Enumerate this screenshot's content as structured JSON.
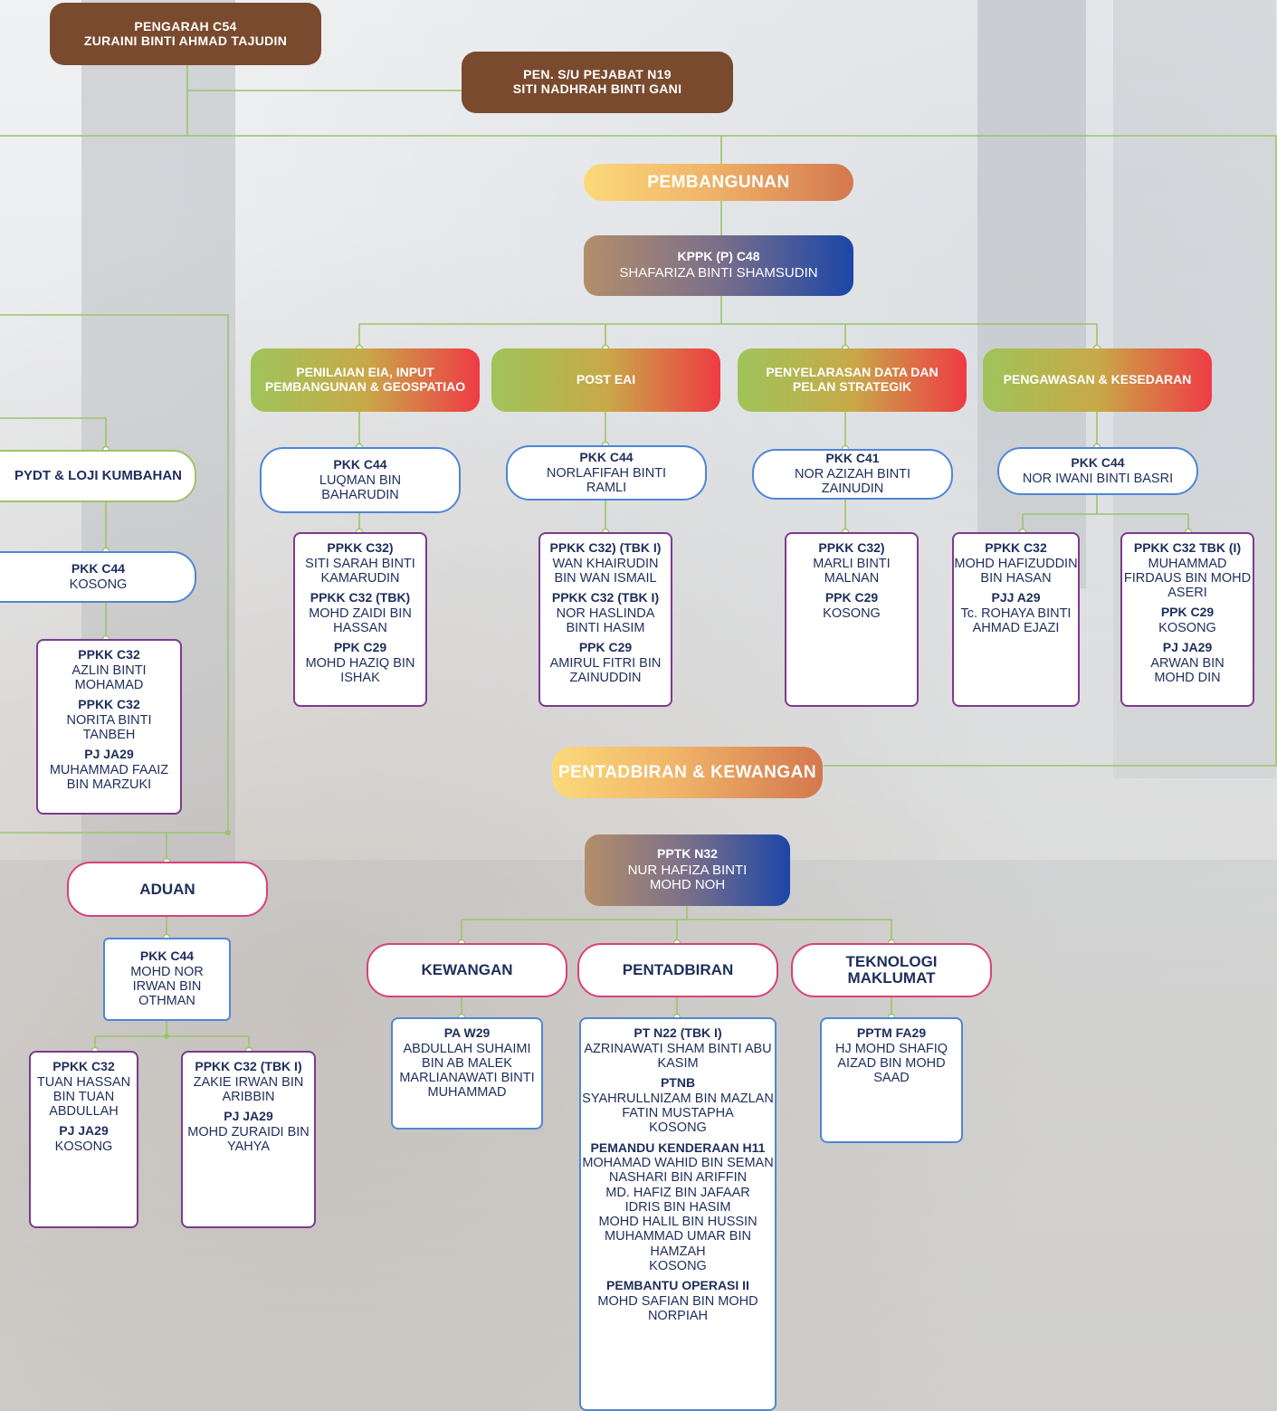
{
  "director": {
    "title": "PENGARAH C54",
    "name": "ZURAINI BINTI AHMAD TAJUDIN"
  },
  "secretary": {
    "title": "PEN. S/U PEJABAT N19",
    "name": "SITI NADHRAH BINTI GANI"
  },
  "pembangunan": {
    "label": "PEMBANGUNAN",
    "head": {
      "title": "KPPK (P) C48",
      "name": "SHAFARIZA BINTI SHAMSUDIN"
    },
    "units": [
      {
        "label": "PENILAIAN EIA, INPUT PEMBANGUNAN & GEOSPATIAO",
        "head_title": "PKK C44",
        "head_name": "LUQMAN BIN BAHARUDIN",
        "staff": [
          [
            "PPKK C32)",
            "SITI SARAH BINTI KAMARUDIN"
          ],
          [
            "PPKK C32 (TBK)",
            "MOHD ZAIDI BIN HASSAN"
          ],
          [
            "PPK C29",
            "MOHD HAZIQ BIN ISHAK"
          ]
        ]
      },
      {
        "label": "POST EAI",
        "head_title": "PKK C44",
        "head_name": "NORLAFIFAH BINTI RAMLI",
        "staff": [
          [
            "PPKK C32) (TBK I)",
            "WAN KHAIRUDIN BIN WAN ISMAIL"
          ],
          [
            "PPKK C32 (TBK I)",
            "NOR HASLINDA BINTI HASIM"
          ],
          [
            "PPK C29",
            "AMIRUL FITRI BIN ZAINUDDIN"
          ]
        ]
      },
      {
        "label": "PENYELARASAN DATA DAN PELAN STRATEGIK",
        "head_title": "PKK C41",
        "head_name": "NOR AZIZAH BINTI ZAINUDIN",
        "staff": [
          [
            "PPKK C32)",
            "MARLI BINTI MALNAN"
          ],
          [
            "PPK C29",
            "KOSONG"
          ]
        ]
      },
      {
        "label": "PENGAWASAN & KESEDARAN",
        "head_title": "PKK C44",
        "head_name": "NOR IWANI BINTI BASRI",
        "staff_a": [
          [
            "PPKK C32",
            "MOHD HAFIZUDDIN BIN HASAN"
          ],
          [
            "PJJ A29",
            "Tc. ROHAYA BINTI AHMAD EJAZI"
          ]
        ],
        "staff_b": [
          [
            "PPKK C32 TBK (I)",
            "MUHAMMAD FIRDAUS BIN MOHD ASERI"
          ],
          [
            "PPK C29",
            "KOSONG"
          ],
          [
            "PJ JA29",
            "ARWAN BIN MOHD DIN"
          ]
        ]
      }
    ]
  },
  "pydt": {
    "label": "PYDT & LOJI KUMBAHAN",
    "head_title": "PKK C44",
    "head_name": "KOSONG",
    "staff": [
      [
        "PPKK C32",
        "AZLIN BINTI MOHAMAD"
      ],
      [
        "PPKK C32",
        "NORITA BINTI TANBEH"
      ],
      [
        "PJ JA29",
        "MUHAMMAD FAAIZ BIN MARZUKI"
      ]
    ]
  },
  "aduan": {
    "label": "ADUAN",
    "head_title": "PKK C44",
    "head_name": "MOHD NOR IRWAN BIN OTHMAN",
    "staff_a": [
      [
        "PPKK C32",
        "TUAN HASSAN BIN TUAN ABDULLAH"
      ],
      [
        "PJ JA29",
        "KOSONG"
      ]
    ],
    "staff_b": [
      [
        "PPKK C32 (TBK I)",
        "ZAKIE IRWAN BIN ARIBBIN"
      ],
      [
        "PJ JA29",
        "MOHD ZURAIDI BIN YAHYA"
      ]
    ]
  },
  "pentadbiran": {
    "label": "PENTADBIRAN & KEWANGAN",
    "head": {
      "title": "PPTK N32",
      "name": "NUR HAFIZA BINTI MOHD NOH"
    },
    "kewangan": {
      "label": "KEWANGAN",
      "title": "PA W29",
      "names": [
        "ABDULLAH SUHAIMI BIN AB MALEK",
        "MARLIANAWATI BINTI MUHAMMAD"
      ]
    },
    "pentadbiran_unit": {
      "label": "PENTADBIRAN",
      "groups": [
        {
          "title": "PT N22 (TBK I)",
          "names": [
            "AZRINAWATI SHAM BINTI ABU KASIM"
          ]
        },
        {
          "title": "PTNB",
          "names": [
            "SYAHRULLNIZAM BIN MAZLAN FATIN MUSTAPHA",
            "KOSONG"
          ]
        },
        {
          "title": "PEMANDU KENDERAAN H11",
          "names": [
            "MOHAMAD WAHID BIN SEMAN",
            "NASHARI BIN ARIFFIN",
            "MD. HAFIZ BIN JAFAAR",
            "IDRIS BIN HASIM",
            "MOHD HALIL BIN HUSSIN",
            "MUHAMMAD UMAR BIN HAMZAH",
            "KOSONG"
          ]
        },
        {
          "title": "PEMBANTU OPERASI II",
          "names": [
            "MOHD SAFIAN BIN MOHD NORPIAH"
          ]
        }
      ]
    },
    "ti": {
      "label": "TEKNOLOGI MAKLUMAT",
      "title": "PPTM FA29",
      "names": [
        "HJ MOHD SHAFIQ AIZAD BIN MOHD SAAD"
      ]
    }
  },
  "colors": {
    "line": "#9cc46a",
    "navy": "#1e2e5c",
    "brown": "#7a4a2e"
  }
}
